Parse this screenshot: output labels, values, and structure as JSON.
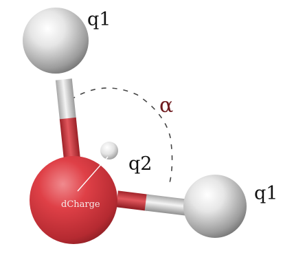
{
  "labels": {
    "top_hydrogen": "q1",
    "right_hydrogen": "q1",
    "small_site": "q2",
    "angle": "α",
    "oxygen": "dCharge"
  },
  "colors": {
    "oxygen": "#d9373e",
    "hydrogen": "#d8d8d8",
    "bond_white": "#e3e3e3",
    "bond_red": "#cc3038",
    "angle_arc": "#444444",
    "angle_label": "#6e1a1e"
  }
}
